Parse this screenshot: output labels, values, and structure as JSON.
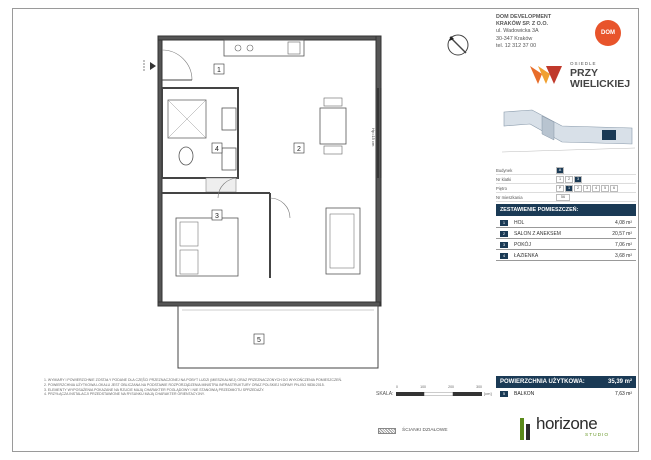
{
  "developer": {
    "name": "DOM DEVELOPMENT",
    "company": "KRAKÓW SP. Z O.O.",
    "street": "ul. Wadowicka 3A",
    "city": "30-347 Kraków",
    "phone": "tel. 12 312 37 00",
    "badge": "DOM"
  },
  "estate": {
    "prefix": "OSIEDLE",
    "name_line1": "PRZY",
    "name_line2": "WIELICKIEJ"
  },
  "info": {
    "rows": [
      {
        "label": "Budynek",
        "cells": [
          "A"
        ],
        "highlight": 0
      },
      {
        "label": "Nr klatki",
        "cells": [
          "1",
          "2",
          "3"
        ],
        "highlight": 2
      },
      {
        "label": "Piętro",
        "cells": [
          "P",
          "1",
          "2",
          "3",
          "4",
          "5",
          "6"
        ],
        "highlight": 1
      },
      {
        "label": "Nr mieszkania",
        "cells": [
          "56"
        ],
        "highlight": 0
      }
    ]
  },
  "rooms": {
    "header": "ZESTAWIENIE POMIESZCZEŃ:",
    "items": [
      {
        "num": "1",
        "name": "HOL",
        "area": "4,08 m²"
      },
      {
        "num": "2",
        "name": "SALON Z ANEKSEM",
        "area": "20,57 m²"
      },
      {
        "num": "3",
        "name": "POKÓJ",
        "area": "7,06 m²"
      },
      {
        "num": "4",
        "name": "ŁAZIENKA",
        "area": "3,68 m²"
      }
    ]
  },
  "total": {
    "label": "POWIERZCHNIA UŻYTKOWA:",
    "value": "35,39 m²"
  },
  "balcony": {
    "num": "5",
    "name": "BALKON",
    "area": "7,63 m²"
  },
  "plan": {
    "labels": [
      "1",
      "2",
      "3",
      "4",
      "5"
    ],
    "dimension": "Hp=15 cm"
  },
  "scale": {
    "label": "SKALA:",
    "ticks": [
      "0",
      "100",
      "200",
      "300"
    ],
    "unit": "[cm]"
  },
  "legend": {
    "walls": "ŚCIANKI DZIAŁOWE"
  },
  "notes": [
    "1. WYMIARY I POWIERZCHNIE ZOSTAŁY PODANE DLA CZĘŚCI PRZEZNACZONEJ NA POBYT LUDZI (MIESZKALNEJ) ORAZ PRZEZNACZONYCH DO WYKOŃCZENIA POMIESZCZEŃ.",
    "2. POWIERZCHNIA UŻYTKOWA LOKALU JEST OBLICZANA NA PODSTAWIE ROZPORZĄDZENIA MINISTRA INFRASTRUKTURY ORAZ POLSKIEJ NORMY PN-ISO 9836:2015.",
    "3. ELEMENTY WYPOSAŻENIA POKAZANE NA RZUCIE MAJĄ CHARAKTER POGLĄDOWY I NIE STANOWIĄ PRZEDMIOTU SPRZEDAŻY.",
    "4. PRZYŁĄCZA INSTALACJI PRZEDSTAWIONE NA RYSUNKU MAJĄ CHARAKTER ORIENTACYJNY."
  ],
  "brand": {
    "name": "horizone",
    "sub": "STUDIO"
  }
}
